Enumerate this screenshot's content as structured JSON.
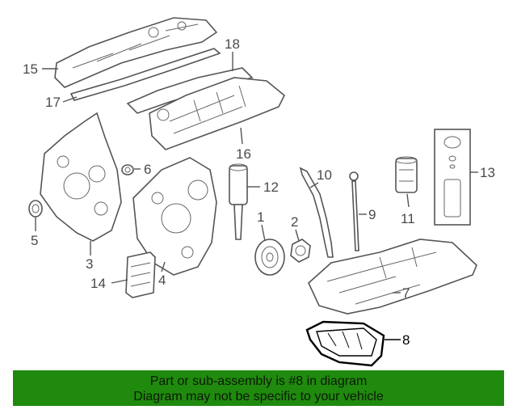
{
  "diagram": {
    "highlighted_part": "8",
    "callouts": [
      "1",
      "2",
      "3",
      "4",
      "5",
      "6",
      "7",
      "8",
      "9",
      "10",
      "11",
      "12",
      "13",
      "14",
      "15",
      "16",
      "17",
      "18"
    ]
  },
  "banner": {
    "line1": "Part or sub-assembly is #8 in diagram",
    "line2": "Diagram may not be specific to your vehicle",
    "background": "#1f8a0e"
  }
}
